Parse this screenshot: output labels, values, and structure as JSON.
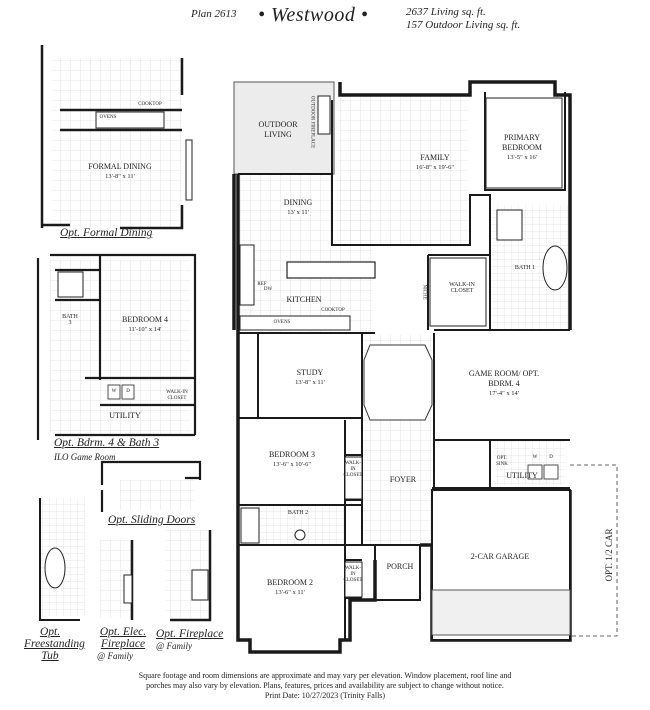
{
  "header": {
    "plan_number": "Plan 2613",
    "plan_name": "• Westwood •",
    "living_sqft": "2637 Living sq. ft.",
    "outdoor_sqft": "157 Outdoor Living sq. ft."
  },
  "rooms": {
    "outdoor_living": "OUTDOOR LIVING",
    "outdoor_fireplace": "OUTDOOR FIREPLACE",
    "primary_bedroom": {
      "name": "PRIMARY BEDROOM",
      "dim": "13'-5\" x 16'"
    },
    "family": {
      "name": "FAMILY",
      "dim": "16'-8\" x 19'-6\""
    },
    "dining": {
      "name": "DINING",
      "dim": "13' x 11'"
    },
    "kitchen": "KITCHEN",
    "cooktop": "COOKTOP",
    "ovens": "OVENS",
    "dw": "DW",
    "ref": "REF",
    "niche": "NICHE",
    "bath1": "BATH 1",
    "walk_in_closet": "WALK-IN CLOSET",
    "study": {
      "name": "STUDY",
      "dim": "13'-8\" x 11'"
    },
    "game_room": {
      "name": "GAME ROOM/ OPT. BDRM. 4",
      "dim": "17'-4\" x 14'"
    },
    "bedroom3": {
      "name": "BEDROOM 3",
      "dim": "13'-6\" x 10'-6\""
    },
    "walk_in_closet_b3": "WALK-IN CLOSET",
    "foyer": "FOYER",
    "utility": "UTILITY",
    "w": "W",
    "d": "D",
    "opt_sink": "OPT. SINK",
    "bath2": "BATH 2",
    "bedroom2": {
      "name": "BEDROOM 2",
      "dim": "13'-6\" x 11'"
    },
    "walk_in_closet_b2": "WALK-IN CLOSET",
    "porch": "PORCH",
    "garage": "2-CAR GARAGE",
    "opt_half_car": "OPT. 1/2 CAR"
  },
  "options": {
    "formal_dining": {
      "room": "FORMAL DINING",
      "dim": "13'-8\" x 11'",
      "ovens": "OVENS",
      "cooktop": "COOKTOP",
      "caption": "Opt. Formal Dining"
    },
    "bdrm4": {
      "room": "BEDROOM 4",
      "dim": "11'-10\" x 14'",
      "bath": "BATH 3",
      "utility": "UTILITY",
      "closet": "WALK-IN CLOSET",
      "w": "W",
      "d": "D",
      "caption": "Opt. Bdrm. 4 & Bath 3",
      "sub": "ILO Game Room"
    },
    "sliding_doors": {
      "caption": "Opt. Sliding Doors"
    },
    "tub": {
      "caption": "Opt. Freestanding Tub"
    },
    "elec_fireplace": {
      "caption": "Opt. Elec. Fireplace",
      "sub": "@ Family"
    },
    "fireplace": {
      "caption": "Opt. Fireplace",
      "sub": "@ Family"
    }
  },
  "footer": {
    "line1": "Square footage and room dimensions are approximate and may vary per elevation. Window placement, roof line and",
    "line2": "porches may also vary by elevation. Plans, features, prices and availability are subject to change without notice.",
    "line3": "Print Date: 10/27/2023  (Trinity Falls)"
  },
  "colors": {
    "wall": "#1a1a1a",
    "grid": "#c8c8c8",
    "outdoor": "#e8e8e8"
  }
}
